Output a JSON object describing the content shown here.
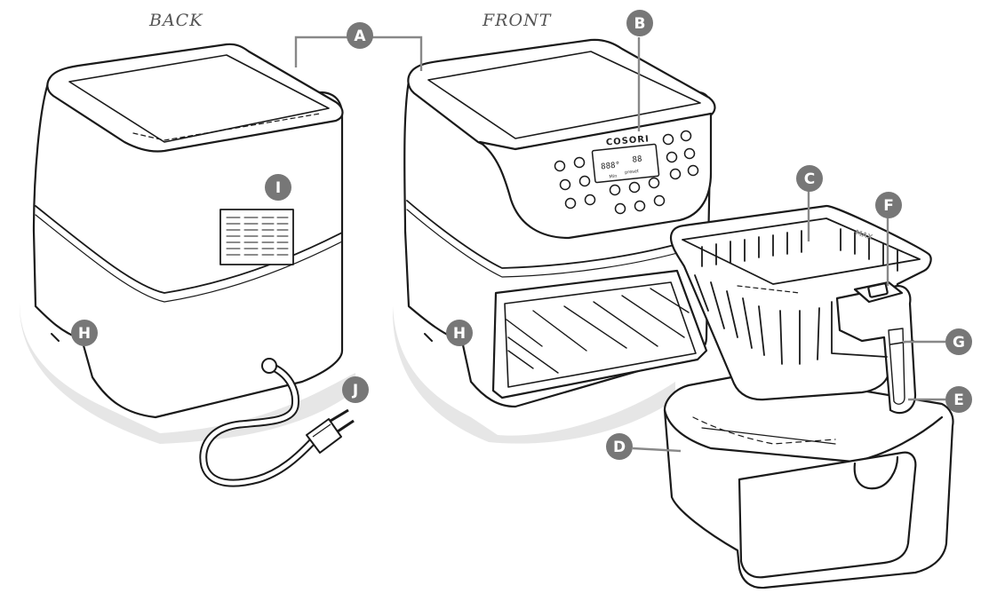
{
  "labels": {
    "back": "BACK",
    "front": "FRONT"
  },
  "callouts": {
    "A": "A",
    "B": "B",
    "C": "C",
    "D": "D",
    "E": "E",
    "F": "F",
    "G": "G",
    "H": "H",
    "I": "I",
    "J": "J"
  },
  "device": {
    "logo": "COSORI",
    "lcd_temp": "888°",
    "lcd_time": "88",
    "lcd_small_left": "Min",
    "lcd_small_right": "preset"
  },
  "basket": {
    "max_marking": "MAX"
  },
  "colors": {
    "line": "#1a1a1a",
    "callout_fill": "#777777",
    "shadow": "#e6e6e6",
    "leader": "#888888"
  }
}
